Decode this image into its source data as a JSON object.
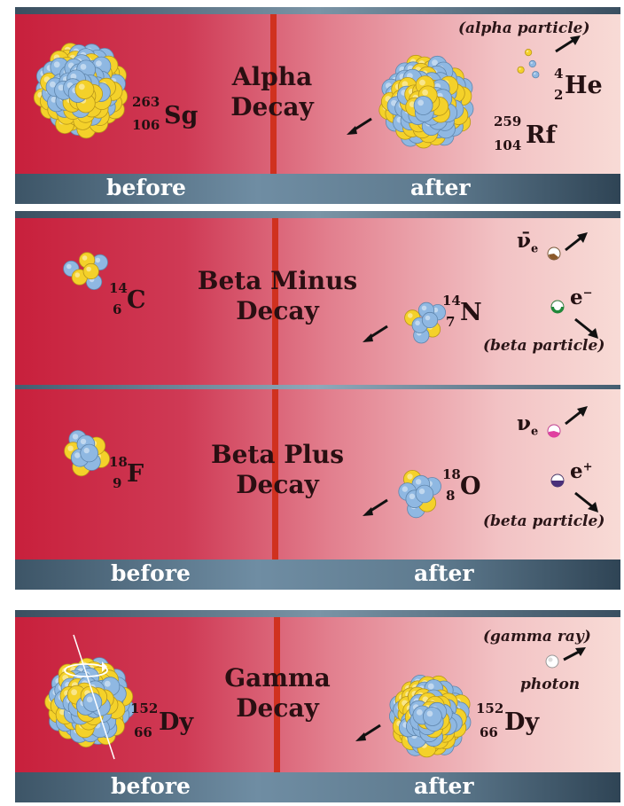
{
  "footer": {
    "before": "before",
    "after": "after"
  },
  "alpha": {
    "title_line1": "Alpha",
    "title_line2": "Decay",
    "parent": {
      "mass": "263",
      "atomic": "106",
      "symbol": "Sg"
    },
    "daughter": {
      "mass": "259",
      "atomic": "104",
      "symbol": "Rf"
    },
    "emitted": {
      "mass": "4",
      "atomic": "2",
      "symbol": "He"
    },
    "note": "(alpha particle)"
  },
  "beta_minus": {
    "title_line1": "Beta Minus",
    "title_line2": "Decay",
    "parent": {
      "mass": "14",
      "atomic": "6",
      "symbol": "C"
    },
    "daughter": {
      "mass": "14",
      "atomic": "7",
      "symbol": "N"
    },
    "neutrino_label": "ν̄",
    "neutrino_sub": "e",
    "electron_label": "e",
    "electron_sup": "−",
    "note": "(beta particle)"
  },
  "beta_plus": {
    "title_line1": "Beta Plus",
    "title_line2": "Decay",
    "parent": {
      "mass": "18",
      "atomic": "9",
      "symbol": "F"
    },
    "daughter": {
      "mass": "18",
      "atomic": "8",
      "symbol": "O"
    },
    "neutrino_label": "ν",
    "neutrino_sub": "e",
    "positron_label": "e",
    "positron_sup": "+",
    "note": "(beta particle)"
  },
  "gamma": {
    "title_line1": "Gamma",
    "title_line2": "Decay",
    "parent": {
      "mass": "152",
      "atomic": "66",
      "symbol": "Dy"
    },
    "daughter": {
      "mass": "152",
      "atomic": "66",
      "symbol": "Dy"
    },
    "note": "(gamma ray)",
    "photon_label": "photon"
  },
  "colors": {
    "proton": "#f4d12a",
    "neutron": "#8fb8e2",
    "decay_bar": "#d0311f"
  }
}
